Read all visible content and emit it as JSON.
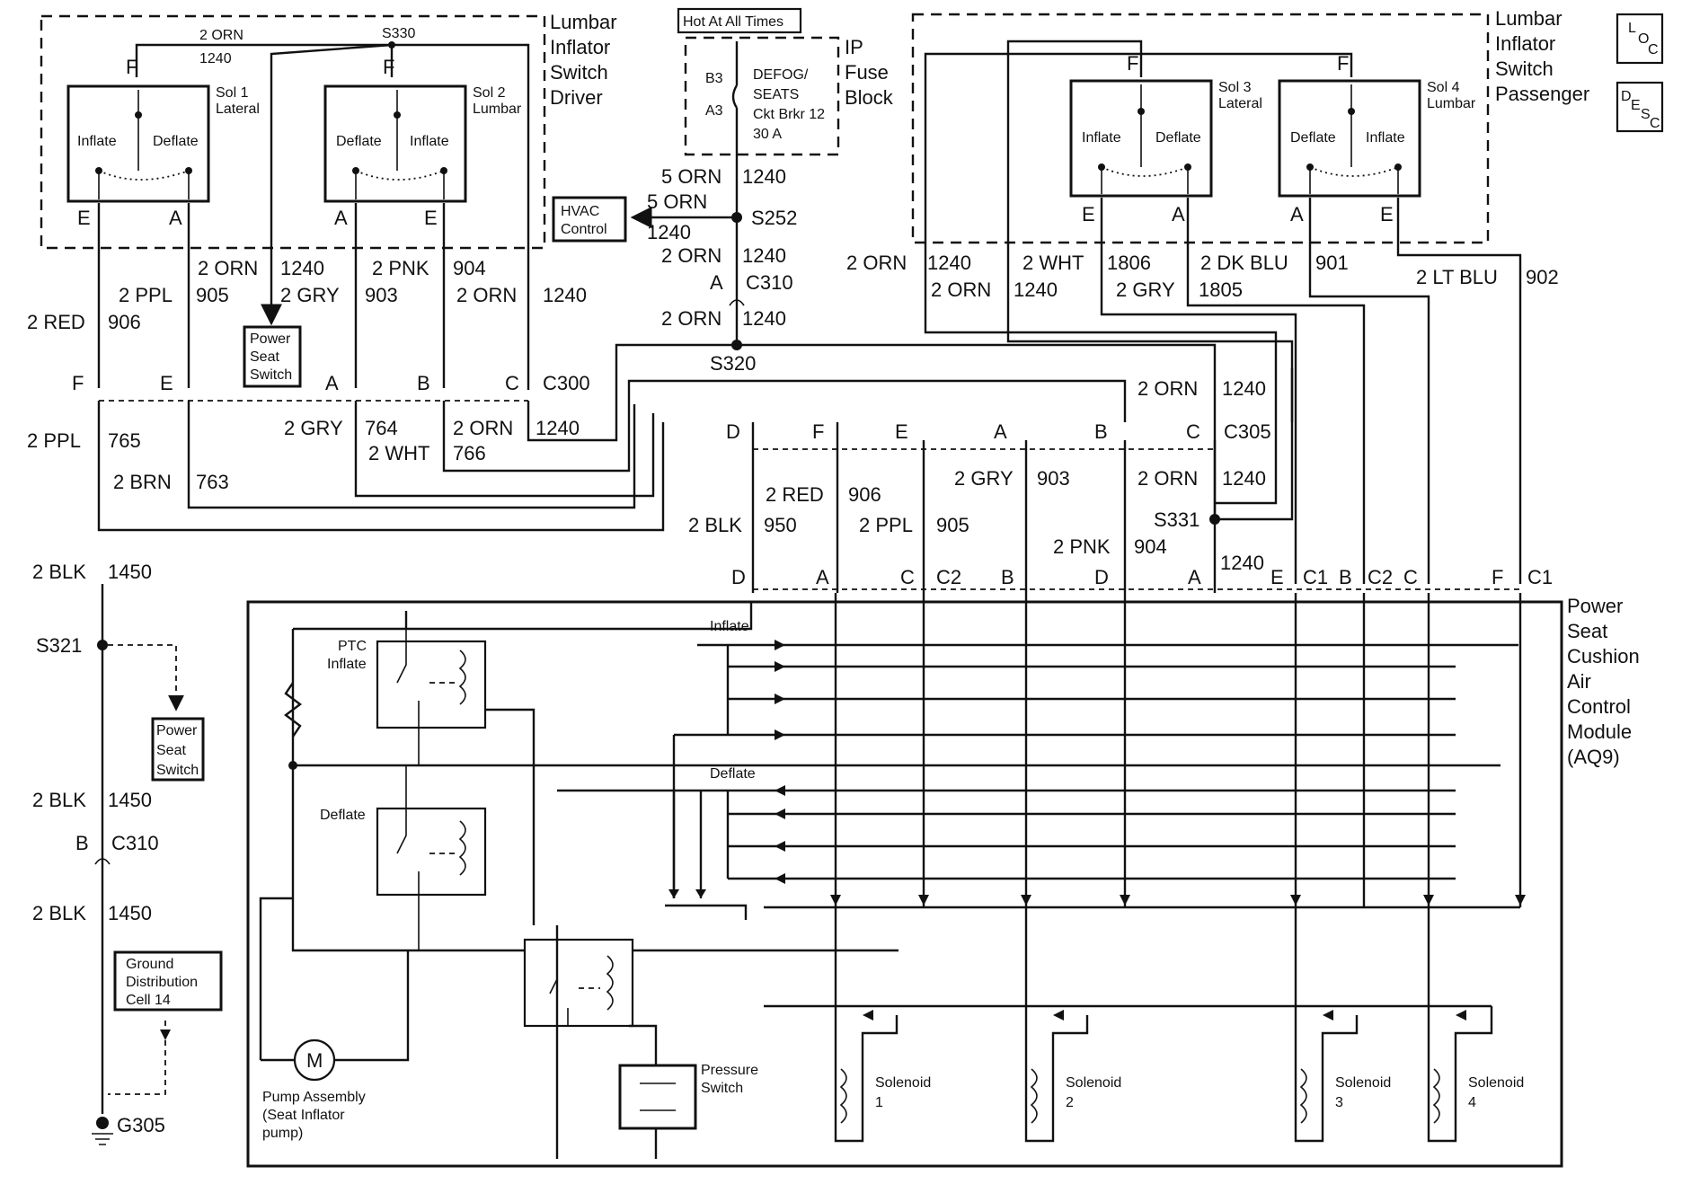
{
  "fuse": {
    "hot_label": "Hot At All Times",
    "block": [
      "IP",
      "Fuse",
      "Block"
    ],
    "pin_b3": "B3",
    "pin_a3": "A3",
    "desc": [
      "DEFOG/",
      "SEATS",
      "Ckt Brkr 12",
      "30 A"
    ]
  },
  "driver_switch": {
    "title": [
      "Lumbar",
      "Inflator",
      "Switch",
      "Driver"
    ],
    "s330": "S330",
    "top_wire": "2 ORN",
    "top_num": "1240",
    "sol1": [
      "Sol 1",
      "Lateral"
    ],
    "sol2": [
      "Sol 2",
      "Lumbar"
    ],
    "inflate": "Inflate",
    "deflate": "Deflate"
  },
  "passenger_switch": {
    "title": [
      "Lumbar",
      "Inflator",
      "Switch",
      "Passenger"
    ],
    "sol3": [
      "Sol 3",
      "Lateral"
    ],
    "sol4": [
      "Sol 4",
      "Lumbar"
    ],
    "inflate": "Inflate",
    "deflate": "Deflate"
  },
  "legend": {
    "loc": [
      "L",
      "O",
      "C"
    ],
    "desc": [
      "D",
      "E",
      "S",
      "C"
    ]
  },
  "hvac": [
    "HVAC",
    "Control"
  ],
  "power_seat_switch": [
    "Power",
    "Seat",
    "Switch"
  ],
  "ground_cell": [
    "Ground",
    "Distribution",
    "Cell 14"
  ],
  "pins": {
    "E": "E",
    "A": "A",
    "F": "F",
    "B": "B",
    "C": "C",
    "D": "D"
  },
  "wires": {
    "orn5": "5 ORN",
    "n1240": "1240",
    "orn2": "2 ORN",
    "ppl2": "2 PPL",
    "n905": "905",
    "red2": "2 RED",
    "n906": "906",
    "pnk2": "2 PNK",
    "n904": "904",
    "gry2": "2 GRY",
    "n903": "903",
    "n764": "764",
    "wht2": "2 WHT",
    "n766": "766",
    "n765": "765",
    "brn2": "2 BRN",
    "n763": "763",
    "blk2": "2 BLK",
    "n950": "950",
    "n1450": "1450",
    "n1806": "1806",
    "dkblu2": "2 DK BLU",
    "n901": "901",
    "n1805": "1805",
    "ltblu2": "2 LT BLU",
    "n902": "902"
  },
  "splices": {
    "s252": "S252",
    "s320": "S320",
    "s331": "S331",
    "s321": "S321",
    "c310": "C310",
    "c300": "C300",
    "c305": "C305",
    "c1": "C1",
    "c2": "C2",
    "g305": "G305"
  },
  "module": {
    "title": [
      "Power",
      "Seat",
      "Cushion",
      "Air",
      "Control",
      "Module",
      "(AQ9)"
    ],
    "ptc": [
      "PTC",
      "Inflate"
    ],
    "deflate_relay": "Deflate",
    "inflate_bus": "Inflate",
    "deflate_bus": "Deflate",
    "pump": [
      "Pump Assembly",
      "(Seat Inflator",
      "pump)"
    ],
    "motor": "M",
    "pressure": [
      "Pressure",
      "Switch"
    ],
    "solenoid": "Solenoid",
    "sol_nums": [
      "1",
      "2",
      "3",
      "4"
    ]
  },
  "colors": {
    "ink": "#111111",
    "paper": "#ffffff"
  }
}
